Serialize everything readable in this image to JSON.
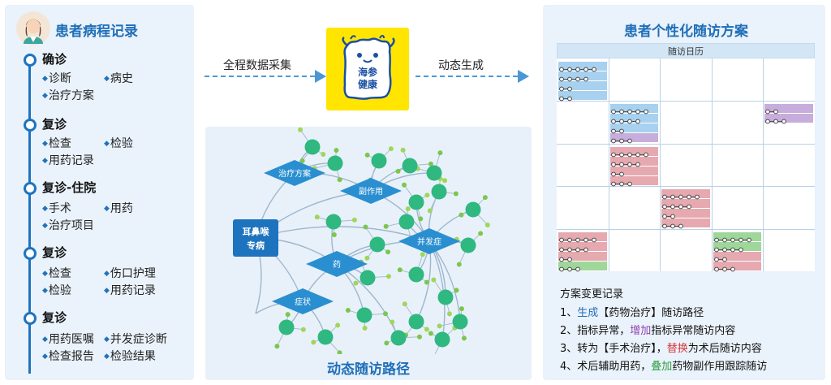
{
  "left": {
    "title": "患者病程记录",
    "stages": [
      {
        "title": "确诊",
        "items": [
          "诊断",
          "病史",
          "治疗方案"
        ]
      },
      {
        "title": "复诊",
        "items": [
          "检查",
          "检验",
          "用药记录"
        ]
      },
      {
        "title": "复诊-住院",
        "items": [
          "手术",
          "用药",
          "治疗项目"
        ]
      },
      {
        "title": "复诊",
        "items": [
          "检查",
          "伤口护理",
          "检验",
          "用药记录"
        ]
      },
      {
        "title": "复诊",
        "items": [
          "用药医嘱",
          "并发症诊断",
          "检查报告",
          "检验结果"
        ]
      }
    ]
  },
  "flow": {
    "collect_label": "全程数据采集",
    "generate_label": "动态生成",
    "logo_text_1": "海参",
    "logo_text_2": "健康"
  },
  "graph": {
    "title": "动态随访路径",
    "center_label_1": "耳鼻喉",
    "center_label_2": "专病",
    "nodes": [
      "治疗方案",
      "副作用",
      "药",
      "并发症",
      "症状"
    ]
  },
  "right": {
    "title": "患者个性化随访方案",
    "calendar_header": "随访日历",
    "changes_title": "方案变更记录",
    "changes": [
      {
        "prefix": "1、",
        "hl": "生成",
        "rest": "【药物治疗】随访路径",
        "hl_color": "#1f6fb8"
      },
      {
        "prefix": "2、指标异常，",
        "hl": "增加",
        "rest": "指标异常随访内容",
        "hl_color": "#8e44ad"
      },
      {
        "prefix": "3、转为【手术治疗】，",
        "hl": "替换",
        "rest": "为术后随访内容",
        "hl_color": "#d63a3a"
      },
      {
        "prefix": "4、术后辅助用药，",
        "hl": "叠加",
        "rest": "药物副作用跟踪随访",
        "hl_color": "#2e9e44"
      }
    ]
  },
  "colors": {
    "blue": "#1e73be",
    "teal_node": "#2fb87f",
    "diamond": "#2a8fd0",
    "card_blue": "#a7d1ef",
    "card_purple": "#c6addb",
    "card_red": "#e6a9b0",
    "card_green": "#9fd69a",
    "logo_yellow": "#ffe500"
  }
}
